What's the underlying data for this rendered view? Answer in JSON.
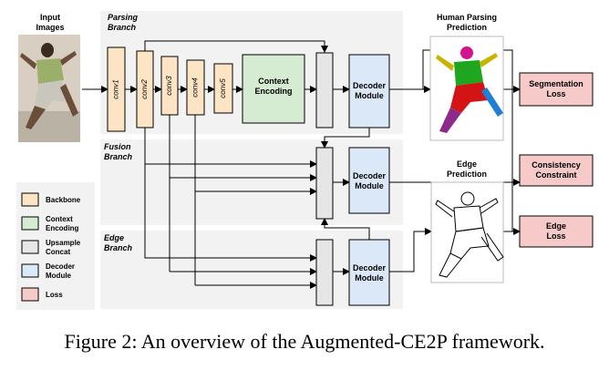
{
  "input": {
    "label_line1": "Input",
    "label_line2": "Images"
  },
  "branches": {
    "parsing_line1": "Parsing",
    "parsing_line2": "Branch",
    "fusion_line1": "Fusion",
    "fusion_line2": "Branch",
    "edge_line1": "Edge",
    "edge_line2": "Branch"
  },
  "backbone_layers": [
    "conv1",
    "conv2",
    "conv3",
    "conv4",
    "conv5"
  ],
  "context": {
    "line1": "Context",
    "line2": "Encoding"
  },
  "decoder": {
    "line1": "Decoder",
    "line2": "Module"
  },
  "predictions": {
    "parsing_line1": "Human Parsing",
    "parsing_line2": "Prediction",
    "edge_line1": "Edge",
    "edge_line2": "Prediction"
  },
  "losses": {
    "segmentation_line1": "Segmentation",
    "segmentation_line2": "Loss",
    "consistency_line1": "Consistency",
    "consistency_line2": "Constraint",
    "edge_line1": "Edge",
    "edge_line2": "Loss"
  },
  "legend": [
    {
      "line1": "Backbone",
      "line2": "",
      "color": "#fde4c4"
    },
    {
      "line1": "Context",
      "line2": "Encoding",
      "color": "#d6ecd2"
    },
    {
      "line1": "Upsample",
      "line2": "Concat",
      "color": "#e6e6e6"
    },
    {
      "line1": "Decoder",
      "line2": "Module",
      "color": "#dbe8f8"
    },
    {
      "line1": "Loss",
      "line2": "",
      "color": "#f7caca"
    }
  ],
  "colors": {
    "backbone": "#fde4c4",
    "context": "#d6ecd2",
    "upsample": "#e6e6e6",
    "decoder": "#dbe8f8",
    "loss": "#f7caca",
    "branch_bg": "#f2f2f2"
  },
  "caption": "Figure 2: An overview of the Augmented-CE2P framework."
}
